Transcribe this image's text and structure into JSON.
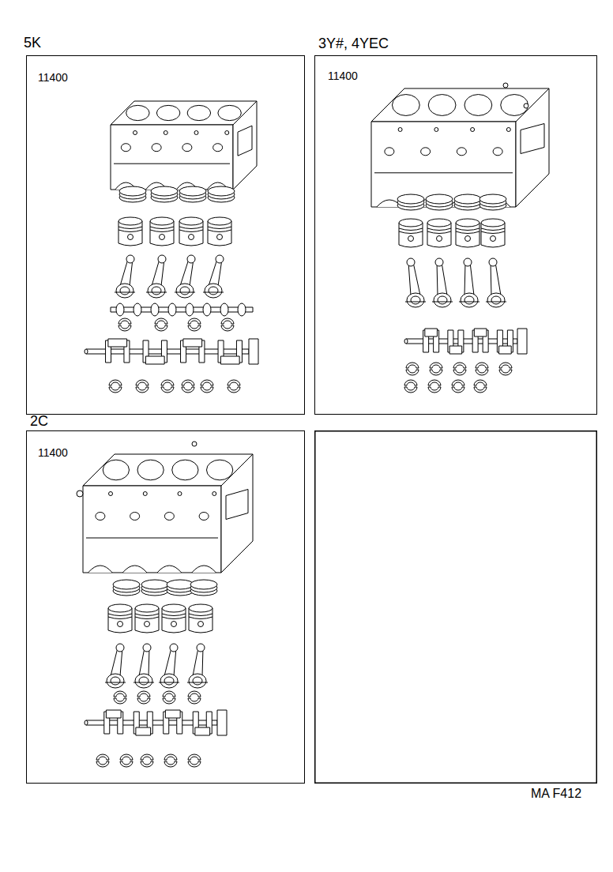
{
  "diagram": {
    "nodes": [
      {
        "text": [
          "5K",
          "11400"
        ]
      },
      {
        "text": [
          "3Y#, 4YEC",
          "11400"
        ]
      },
      {
        "text": [
          "2C",
          "11400"
        ]
      }
    ],
    "labels": [
      "MA F412"
    ]
  }
}
